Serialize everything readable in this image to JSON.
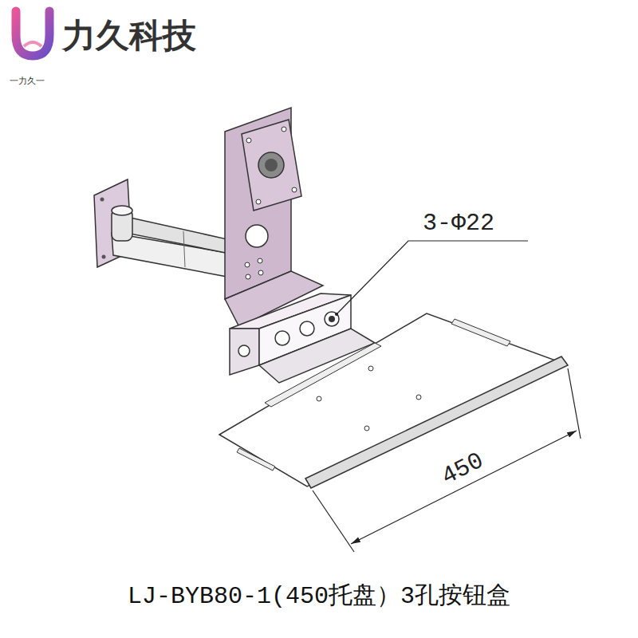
{
  "diagram": {
    "caption": "LJ-BYB80-1(450托盘）3孔按钮盒",
    "labels": [
      "力久科技",
      "一力久一",
      "3-Φ22",
      "450"
    ]
  }
}
